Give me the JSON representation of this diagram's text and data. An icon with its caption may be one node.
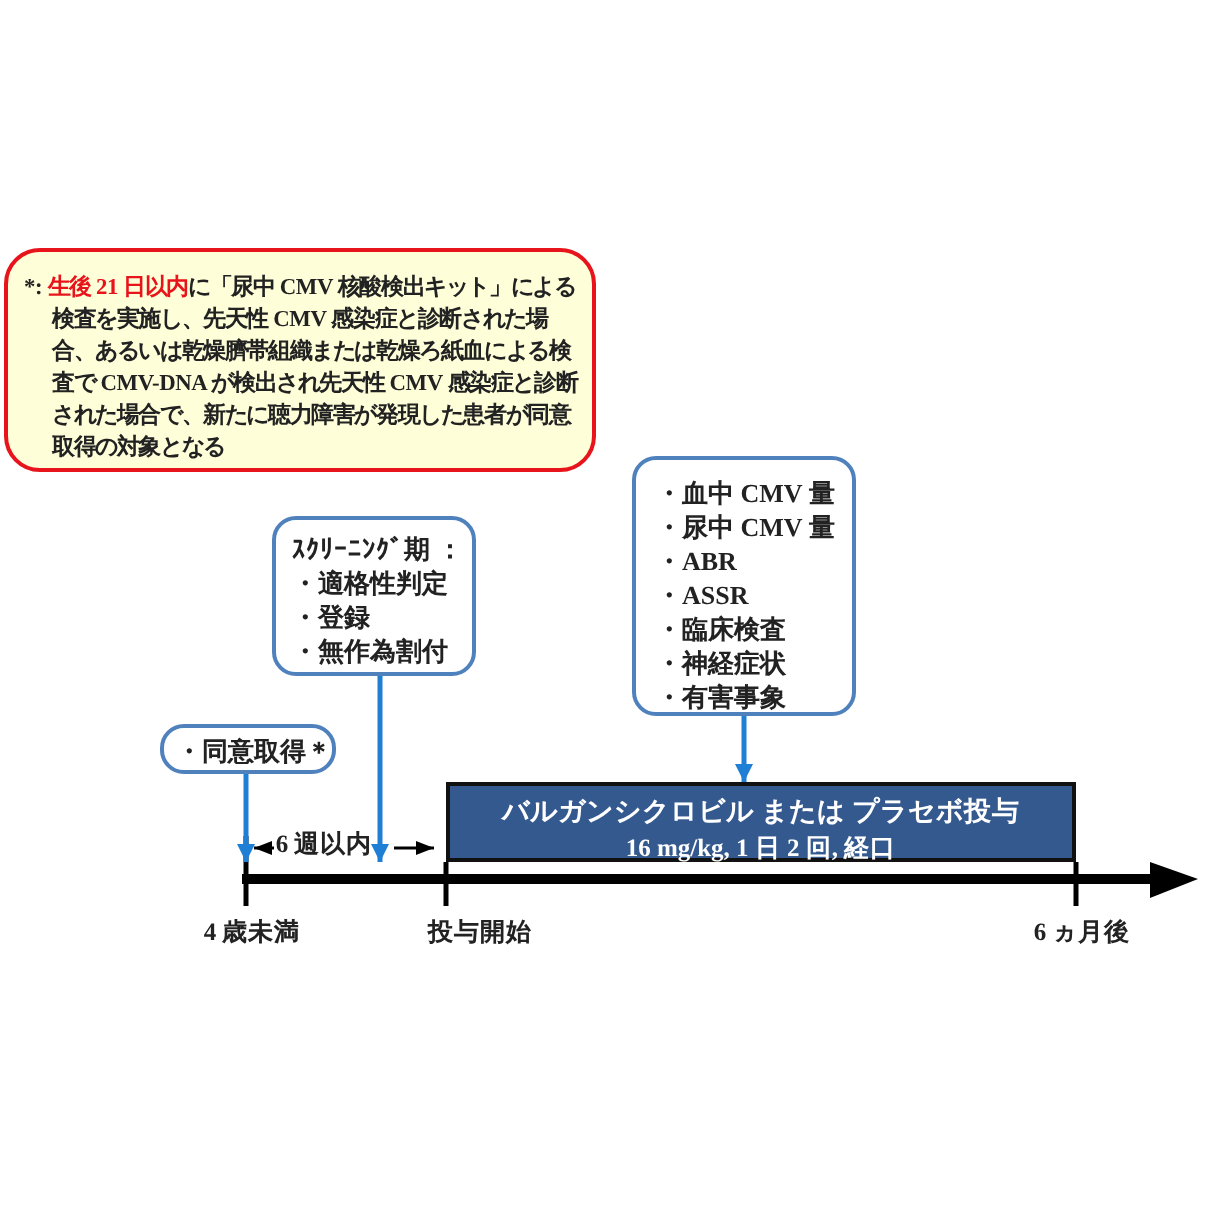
{
  "diagram": {
    "nodes": [
      {
        "text": [
          "*: **生後 21 日以内**に「尿中 CMV 核酸検出キット」による検査を実施し、先天性 CMV 感染症と診断された場合、あるいは乾燥臍帯組織または乾燥ろ紙血による検査で CMV-DNA が検出され先天性 CMV 感染症と診断された場合で、新たに聴力障害が発現した患者が同意取得の対象となる"
        ]
      },
      {
        "text": [
          "ｽｸﾘｰﾆﾝｸﾞ期 ：",
          "・適格性判定",
          "・登録",
          "・無作為割付"
        ]
      },
      {
        "text": [
          "・血中 CMV 量",
          "・尿中 CMV 量",
          "・ABR",
          "・ASSR",
          "・臨床検査",
          "・神経症状",
          "・有害事象"
        ]
      },
      {
        "text": [
          "・同意取得＊"
        ]
      },
      {
        "text": [
          "バルガンシクロビル または プラセボ投与",
          "16 mg/kg, 1 日 2 回, 経口"
        ]
      },
      {
        "text": [],
        "shape": "bar"
      }
    ],
    "edges": [
      {
        "from": 3,
        "to": 5,
        "arrow": "to"
      },
      {
        "from": 1,
        "to": 5,
        "arrow": "to"
      },
      {
        "from": 2,
        "to": 4,
        "arrow": "to"
      }
    ],
    "labels": [
      "6 週以内",
      "4 歳未満",
      "投与開始",
      "6 ヵ月後"
    ]
  }
}
